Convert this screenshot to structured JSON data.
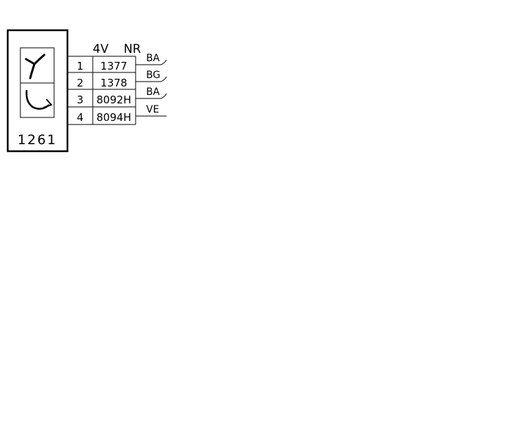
{
  "component": {
    "id": "1261",
    "symbols": [
      "clamp-symbol",
      "wheel-arrow-symbol"
    ]
  },
  "connector": {
    "pin_count_label": "4V",
    "color_label": "NR",
    "pins": [
      {
        "pin": "1",
        "wire": "1377",
        "color": "BA"
      },
      {
        "pin": "2",
        "wire": "1378",
        "color": "BG"
      },
      {
        "pin": "3",
        "wire": "8092H",
        "color": "BA"
      },
      {
        "pin": "4",
        "wire": "8094H",
        "color": "VE"
      }
    ]
  },
  "colors": {
    "line": "#000000",
    "background": "#ffffff"
  }
}
